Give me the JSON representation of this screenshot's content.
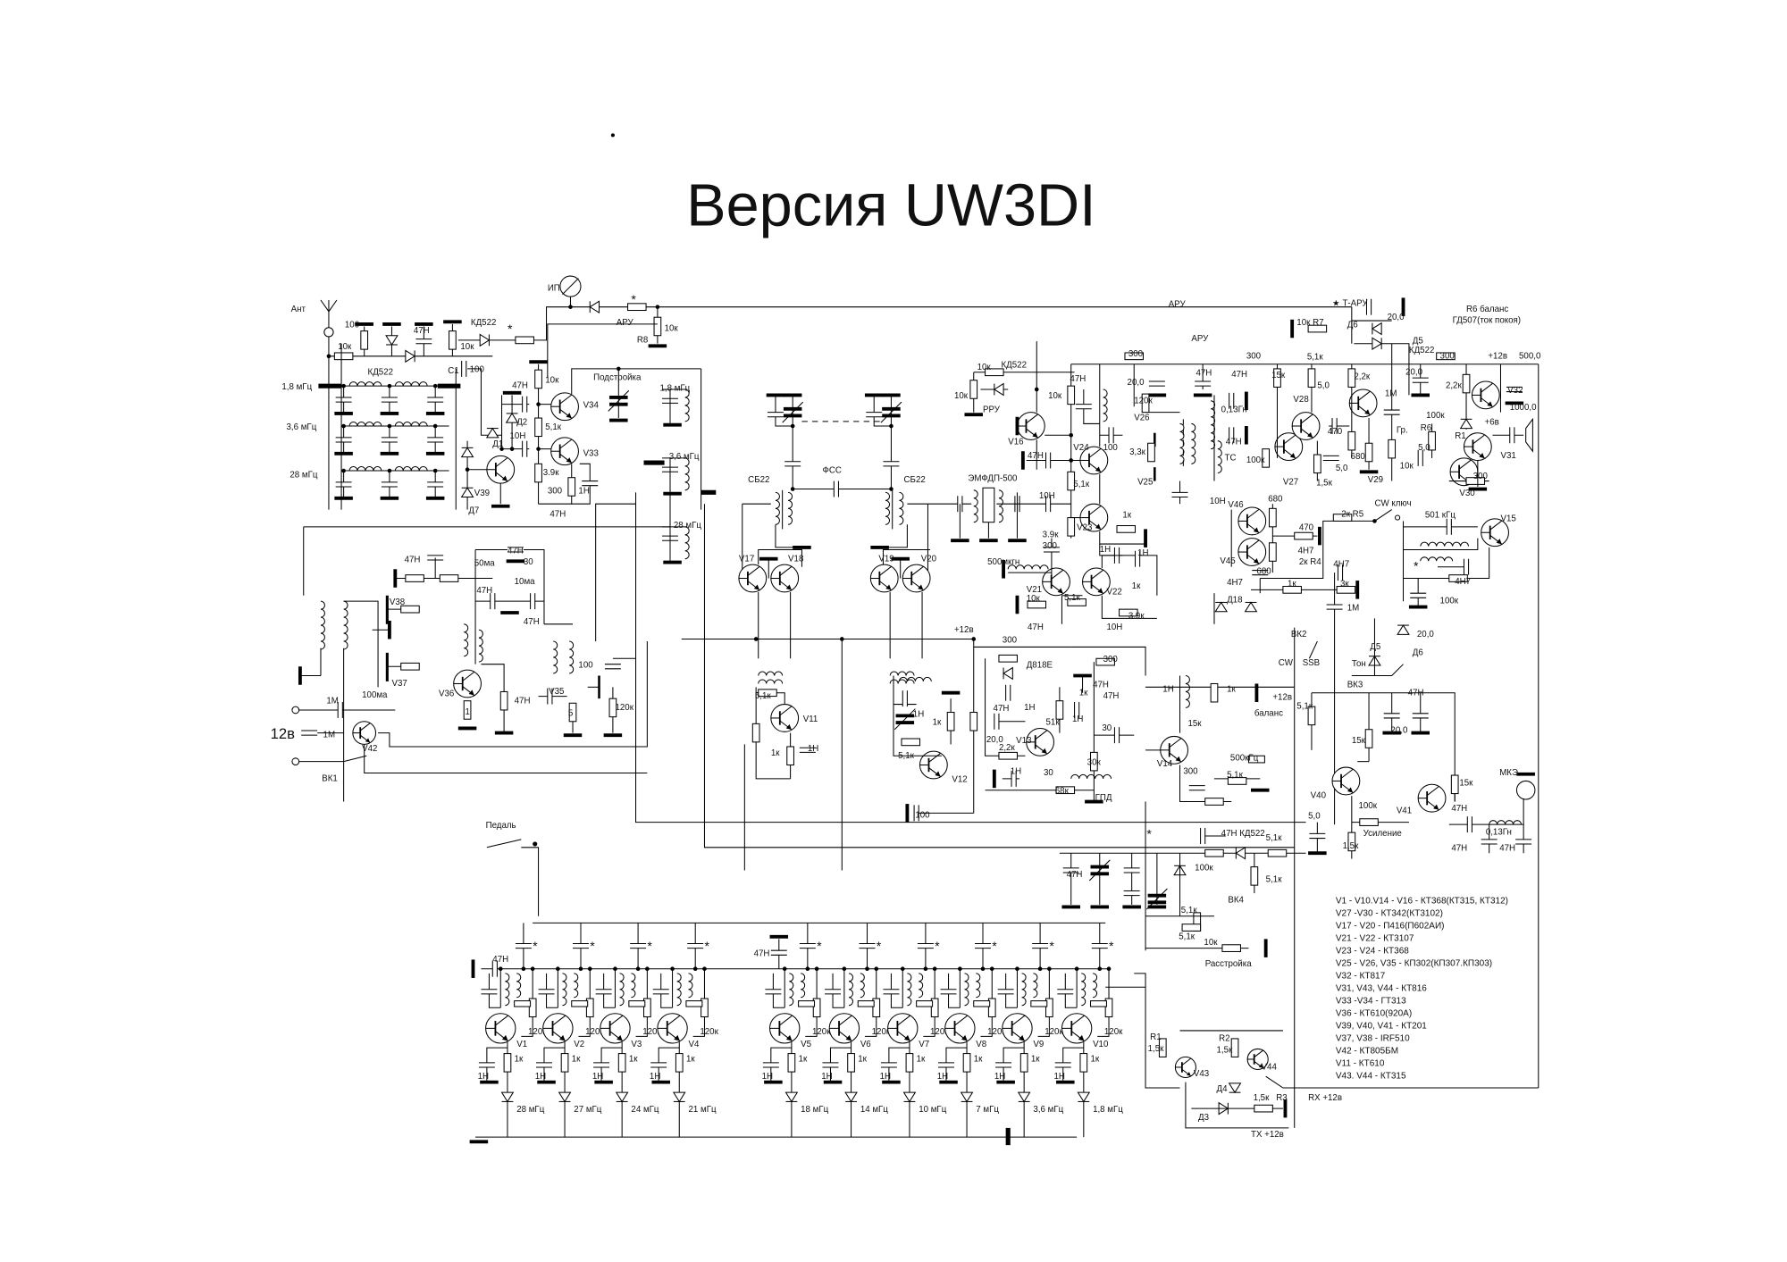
{
  "title": "Версия UW3DI",
  "colors": {
    "ink": "#000000",
    "paper": "#ffffff"
  },
  "labels": {
    "input": [
      "Ант",
      "100",
      "10к",
      "КД522",
      "47Н",
      "10к",
      "КД522",
      "*",
      "ИП",
      "*",
      "АРУ",
      "10к",
      "R8",
      "1,8 мГц",
      "3,6 мГц",
      "28 мГц",
      "С1",
      "100"
    ],
    "preamp": [
      "47Н",
      "10к",
      "Д2",
      "10Н",
      "Д1",
      "5,1к",
      "V34",
      "V33",
      "3.9к",
      "300",
      "1Н",
      "47Н",
      "V39",
      "Д7",
      "Подстройка",
      "1,8 мГц",
      "3,6 мГц",
      "28 мГц"
    ],
    "mixer": [
      "СБ22",
      "ФСС",
      "СБ22",
      "V17",
      "V18",
      "V19",
      "V20",
      "ЭМФДП-500"
    ],
    "if_amp": [
      "10к",
      "КД522",
      "10к",
      "РРУ",
      "V16",
      "10к",
      "47Н",
      "47Н",
      "V24",
      "100",
      "5,1к",
      "10Н",
      "3.9к",
      "V23",
      "1к",
      "1Н",
      "300",
      "500мкгн",
      "V21",
      "10к",
      "47Н",
      "5,1к",
      "V22",
      "3.9к",
      "10Н",
      "1к",
      "1Н"
    ],
    "detector": [
      "300",
      "20,0",
      "120к",
      "V26",
      "3,3к",
      "V25",
      "47Н",
      "0,13Гн",
      "47Н",
      "ТС",
      "10Н",
      "47Н"
    ],
    "audio": [
      "300",
      "15к",
      "5,1к",
      "V28",
      "5,0",
      "2,2к",
      "470",
      "100к",
      "V27",
      "5,0",
      "1,5к",
      "680",
      "V29",
      "1М",
      "Гр.",
      "10к",
      "R6",
      "100к",
      "5,0",
      "R1",
      "V30",
      "300",
      "V31",
      "V32",
      "2,2к",
      "20,0",
      "300",
      "+12в",
      "500,0",
      "1000,0",
      "+6в"
    ],
    "agc": [
      "АРУ",
      "АРУ",
      "★ Т-АРУ",
      "20,0",
      "10к R7",
      "Д6",
      "Д5",
      "КД522",
      "R6 баланс",
      "ГД507(ток покоя)"
    ],
    "carrier": [
      "V46",
      "680",
      "470",
      "4Н7",
      "V45",
      "680",
      "4Н7",
      "2к R4",
      "Д18",
      "1к",
      "4Н7",
      "3к",
      "1М",
      "2к R5",
      "CW ключ",
      "501 кГц",
      "V15",
      "*",
      "4Н7",
      "100к",
      "20,0",
      "Д5",
      "Д6",
      "ВК2",
      "CW",
      "SSB",
      "Тон",
      "ВК3",
      "+12в",
      "баланс",
      "1к",
      "1Н",
      "15к",
      "V14",
      "300",
      "500кГц",
      "5,1к"
    ],
    "mic": [
      "47Н",
      "20,0",
      "5,1к",
      "15к",
      "15к",
      "МКЭ",
      "V40",
      "V41",
      "100к",
      "5,0",
      "Усиление",
      "1,5к",
      "47Н",
      "0,13Гн",
      "47Н",
      "47Н"
    ],
    "vfo": [
      "+12в",
      "300",
      "Д818Е",
      "47Н",
      "47Н",
      "300",
      "1к",
      "1Н",
      "51к",
      "1Н",
      "47Н",
      "20,0",
      "V13",
      "2,2к",
      "1Н",
      "30",
      "68к",
      "ГПД",
      "30к",
      "30",
      "1к",
      "1Н",
      "5,1к",
      "V12",
      "100",
      "5,1к",
      "V11",
      "1к",
      "1Н"
    ],
    "tx": [
      "47Н",
      "50ма",
      "47Н",
      "30",
      "10ма",
      "47Н",
      "V38",
      "47Н",
      "V37",
      "V36",
      "47Н",
      "V35",
      "100",
      "120к",
      "5",
      "1",
      "100ма",
      "1М",
      "12в",
      "1М",
      "V42",
      "ВК1",
      "Педаль"
    ],
    "rit": [
      "47Н",
      "*",
      "47Н КД522",
      "5,1к",
      "100к",
      "5,1к",
      "5,1к",
      "ВК4",
      "5,1к",
      "10к",
      "Расстройка",
      "R1",
      "1,5к",
      "V43",
      "R2",
      "1,5к",
      "V44",
      "Д4",
      "1,5к",
      "R3",
      "Д3",
      "RX +12в",
      "TX +12в"
    ]
  },
  "band_oscillators": {
    "r_base": "120к",
    "r_emitter": "1к",
    "c_emitter": "1Н",
    "c_bus": "47Н",
    "trim_mark": "*",
    "stages": [
      {
        "id": "V1",
        "freq": "28 мГц"
      },
      {
        "id": "V2",
        "freq": "27 мГц"
      },
      {
        "id": "V3",
        "freq": "24 мГц"
      },
      {
        "id": "V4",
        "freq": "21 мГц"
      },
      {
        "id": "V5",
        "freq": "18 мГц"
      },
      {
        "id": "V6",
        "freq": "14 мГц"
      },
      {
        "id": "V7",
        "freq": "10 мГц"
      },
      {
        "id": "V8",
        "freq": "7 мГц"
      },
      {
        "id": "V9",
        "freq": "3,6 мГц"
      },
      {
        "id": "V10",
        "freq": "1,8 мГц"
      }
    ]
  },
  "component_list": [
    "V1 - V10.V14 - V16 - КТ368(КТ315, КТ312)",
    "V27 -V30 - КТ342(КТ3102)",
    "V17 - V20 -  П416(П602АИ)",
    "V21 - V22 -  КТ3107",
    "V23 - V24 - КТ368",
    "V25 - V26, V35 -  КП302(КП307.КП303)",
    "V32 - КТ817",
    "V31, V43,  V44 - КТ816",
    "V33 -V34 -  ГТ313",
    "V36 - КТ610(920А)",
    "V39, V40, V41 - КТ201",
    "V37, V38 - IRF510",
    "V42 - КТ805БМ",
    "V11 - КТ610",
    "V43. V44 - КТ315"
  ]
}
